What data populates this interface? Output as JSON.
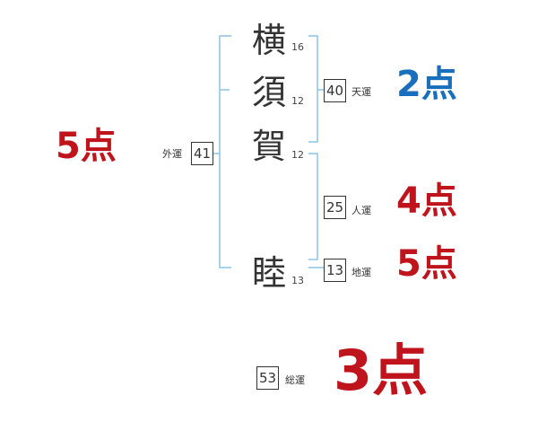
{
  "name_chars": [
    {
      "char": "横",
      "strokes": "16"
    },
    {
      "char": "須",
      "strokes": "12"
    },
    {
      "char": "賀",
      "strokes": "12"
    },
    {
      "char": "睦",
      "strokes": "13"
    }
  ],
  "fortunes": {
    "gaikaku": {
      "value": "41",
      "label": "外運",
      "score": "5点"
    },
    "tenkaku": {
      "value": "40",
      "label": "天運",
      "score": "2点"
    },
    "jinkaku": {
      "value": "25",
      "label": "人運",
      "score": "4点"
    },
    "chikaku": {
      "value": "13",
      "label": "地運",
      "score": "5点"
    },
    "soukaku": {
      "value": "53",
      "label": "総運",
      "score": "3点"
    }
  },
  "colors": {
    "good": "#c0141c",
    "bad": "#1a6fbd",
    "bracket": "#8cc4e6"
  }
}
